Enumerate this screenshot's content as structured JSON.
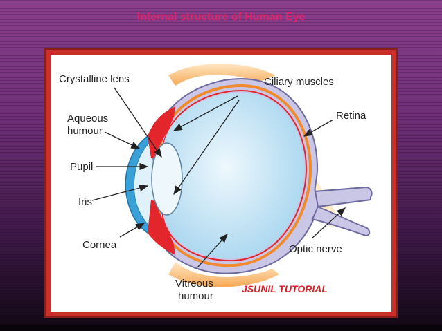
{
  "slide": {
    "title": "Internal structure of Human Eye"
  },
  "diagram": {
    "labels": {
      "crystalline_lens": "Crystalline lens",
      "aqueous_humour_1": "Aqueous",
      "aqueous_humour_2": "humour",
      "pupil": "Pupil",
      "iris": "Iris",
      "cornea": "Cornea",
      "ciliary_muscles": "Ciliary muscles",
      "retina": "Retina",
      "optic_nerve": "Optic nerve",
      "vitreous_humour_1": "Vitreous",
      "vitreous_humour_2": "humour"
    },
    "watermark": "JSUNIL TUTORIAL"
  },
  "colors": {
    "title": "#e0256a",
    "frame": "#c8312b",
    "eyeball_fill": "#cde8f7",
    "sclera": "#c9c6e6",
    "choroid": "#f08a2a",
    "iris_ciliary": "#e3262b",
    "cornea": "#3aa0d8",
    "watermark": "#d8202a"
  }
}
